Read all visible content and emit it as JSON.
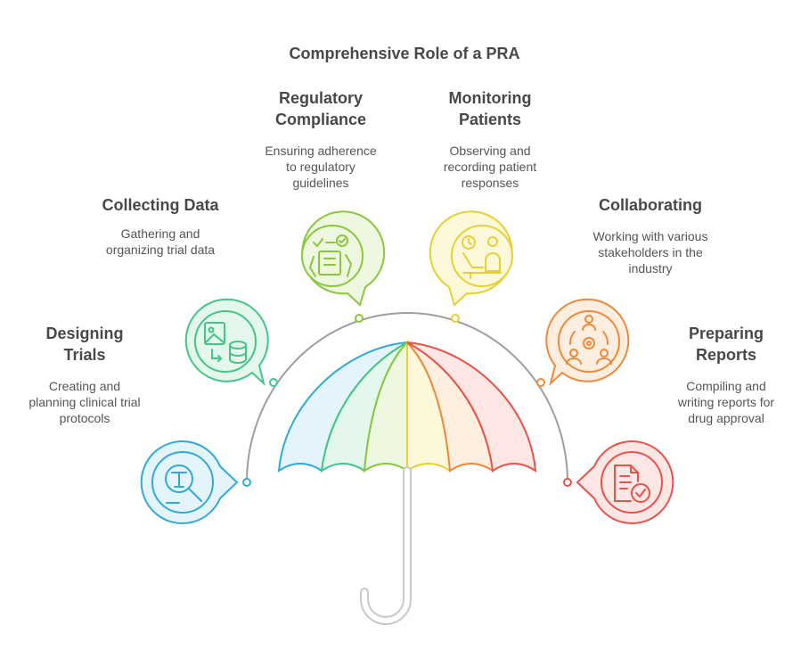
{
  "title": "Comprehensive Role of a PRA",
  "colors": {
    "design": "#33a9d6",
    "collect": "#45c486",
    "regulate": "#8cc63f",
    "monitor": "#e5d135",
    "collab": "#ec8a3c",
    "report": "#e5534b",
    "handle": "#9e9e9e"
  },
  "roles": [
    {
      "key": "design",
      "heading": [
        "Designing",
        "Trials"
      ],
      "desc": [
        "Creating and",
        "planning clinical trial",
        "protocols"
      ],
      "icon": "magnifier-text-icon"
    },
    {
      "key": "collect",
      "heading": [
        "Collecting Data"
      ],
      "desc": [
        "Gathering and",
        "organizing trial data"
      ],
      "icon": "image-database-icon"
    },
    {
      "key": "regulate",
      "heading": [
        "Regulatory",
        "Compliance"
      ],
      "desc": [
        "Ensuring adherence",
        "to regulatory",
        "guidelines"
      ],
      "icon": "checklist-hand-icon"
    },
    {
      "key": "monitor",
      "heading": [
        "Monitoring",
        "Patients"
      ],
      "desc": [
        "Observing and",
        "recording patient",
        "responses"
      ],
      "icon": "clock-patient-icon"
    },
    {
      "key": "collab",
      "heading": [
        "Collaborating"
      ],
      "desc": [
        "Working with various",
        "stakeholders in the",
        "industry"
      ],
      "icon": "team-gear-icon"
    },
    {
      "key": "report",
      "heading": [
        "Preparing",
        "Reports"
      ],
      "desc": [
        "Compiling and",
        "writing reports for",
        "drug approval"
      ],
      "icon": "document-check-icon"
    }
  ]
}
